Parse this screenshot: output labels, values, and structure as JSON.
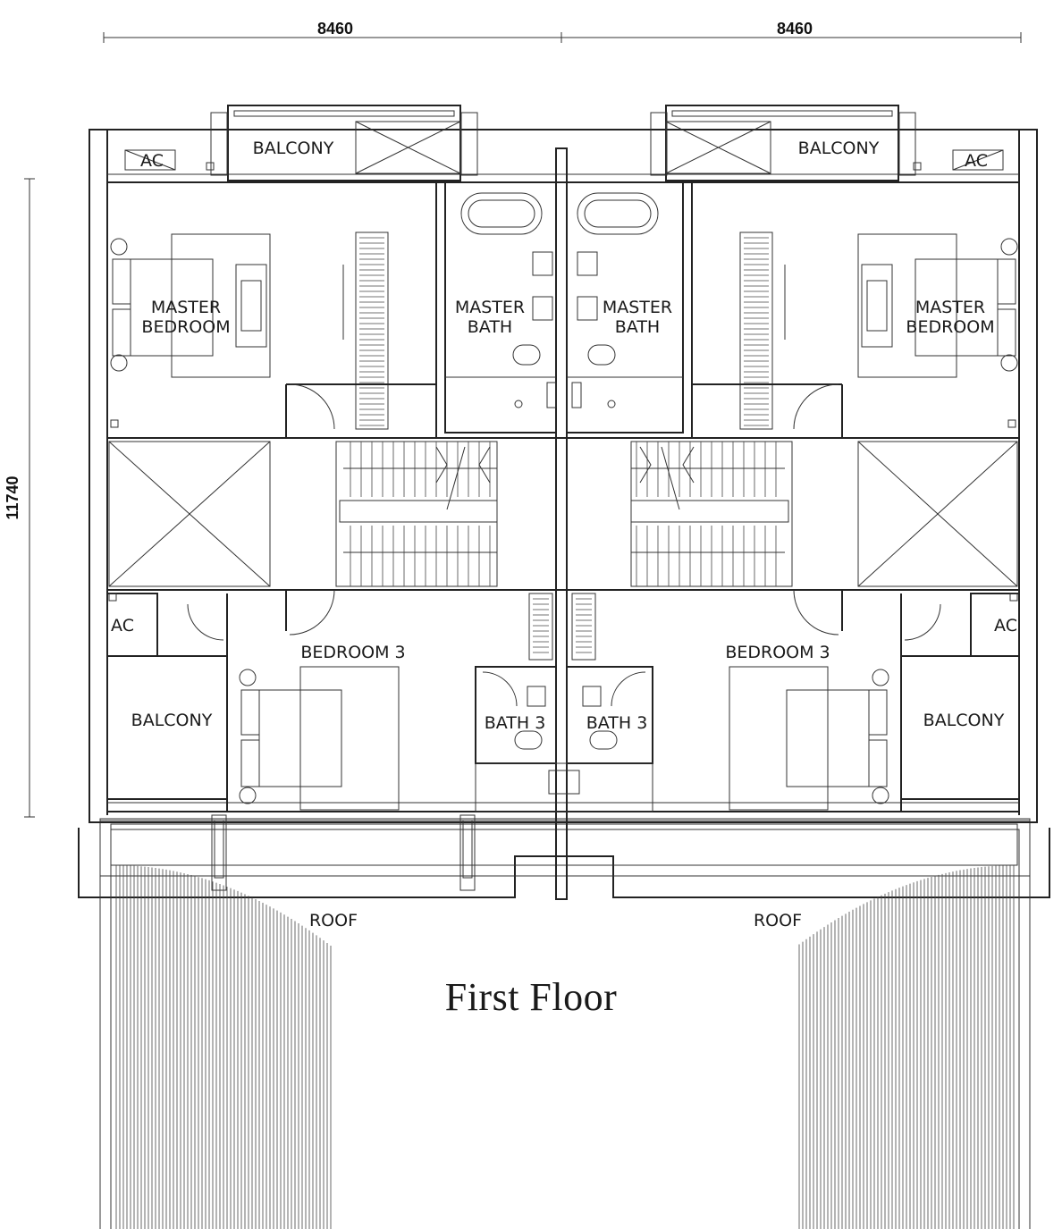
{
  "dimensions": {
    "width_left": "8460",
    "width_right": "8460",
    "depth": "11740"
  },
  "rooms": {
    "ac_top_left": "AC",
    "balcony_top_left": "BALCONY",
    "balcony_top_right": "BALCONY",
    "ac_top_right": "AC",
    "master_bedroom_left_1": "MASTER",
    "master_bedroom_left_2": "BEDROOM",
    "master_bath_left_1": "MASTER",
    "master_bath_left_2": "BATH",
    "master_bath_right_1": "MASTER",
    "master_bath_right_2": "BATH",
    "master_bedroom_right_1": "MASTER",
    "master_bedroom_right_2": "BEDROOM",
    "ac_mid_left": "AC",
    "ac_mid_right": "AC",
    "bedroom3_left": "BEDROOM 3",
    "bedroom3_right": "BEDROOM 3",
    "balcony_mid_left": "BALCONY",
    "balcony_mid_right": "BALCONY",
    "bath3_left": "BATH 3",
    "bath3_right": "BATH 3",
    "roof_left": "ROOF",
    "roof_right": "ROOF"
  },
  "caption": "First Floor"
}
